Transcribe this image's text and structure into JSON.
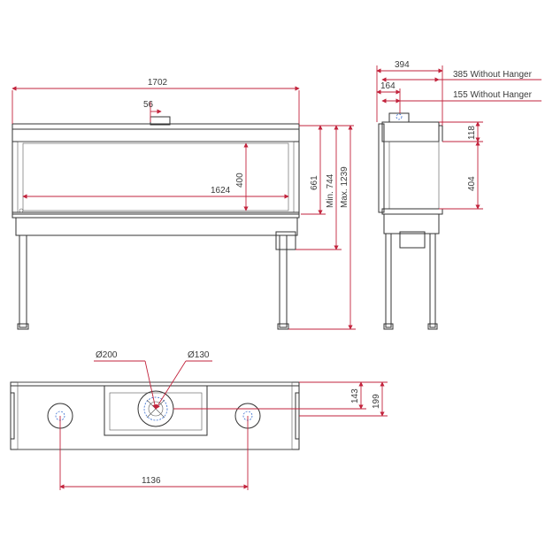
{
  "front_view": {
    "overall_width": "1702",
    "flue_offset": "56",
    "glass_width": "1624",
    "glass_height": "400",
    "body_height": "661",
    "min_height": "Min. 744",
    "max_height": "Max. 1239"
  },
  "side_view": {
    "depth": "394",
    "depth_note": "385 Without Hanger",
    "flue_depth": "164",
    "flue_depth_note": "155 Without Hanger",
    "top_height": "118",
    "glass_height": "404"
  },
  "top_view": {
    "outer_flue_diameter": "Ø200",
    "inner_flue_diameter": "Ø130",
    "flue_offset_inner": "143",
    "flue_offset_outer": "199",
    "leg_spacing": "1136"
  }
}
